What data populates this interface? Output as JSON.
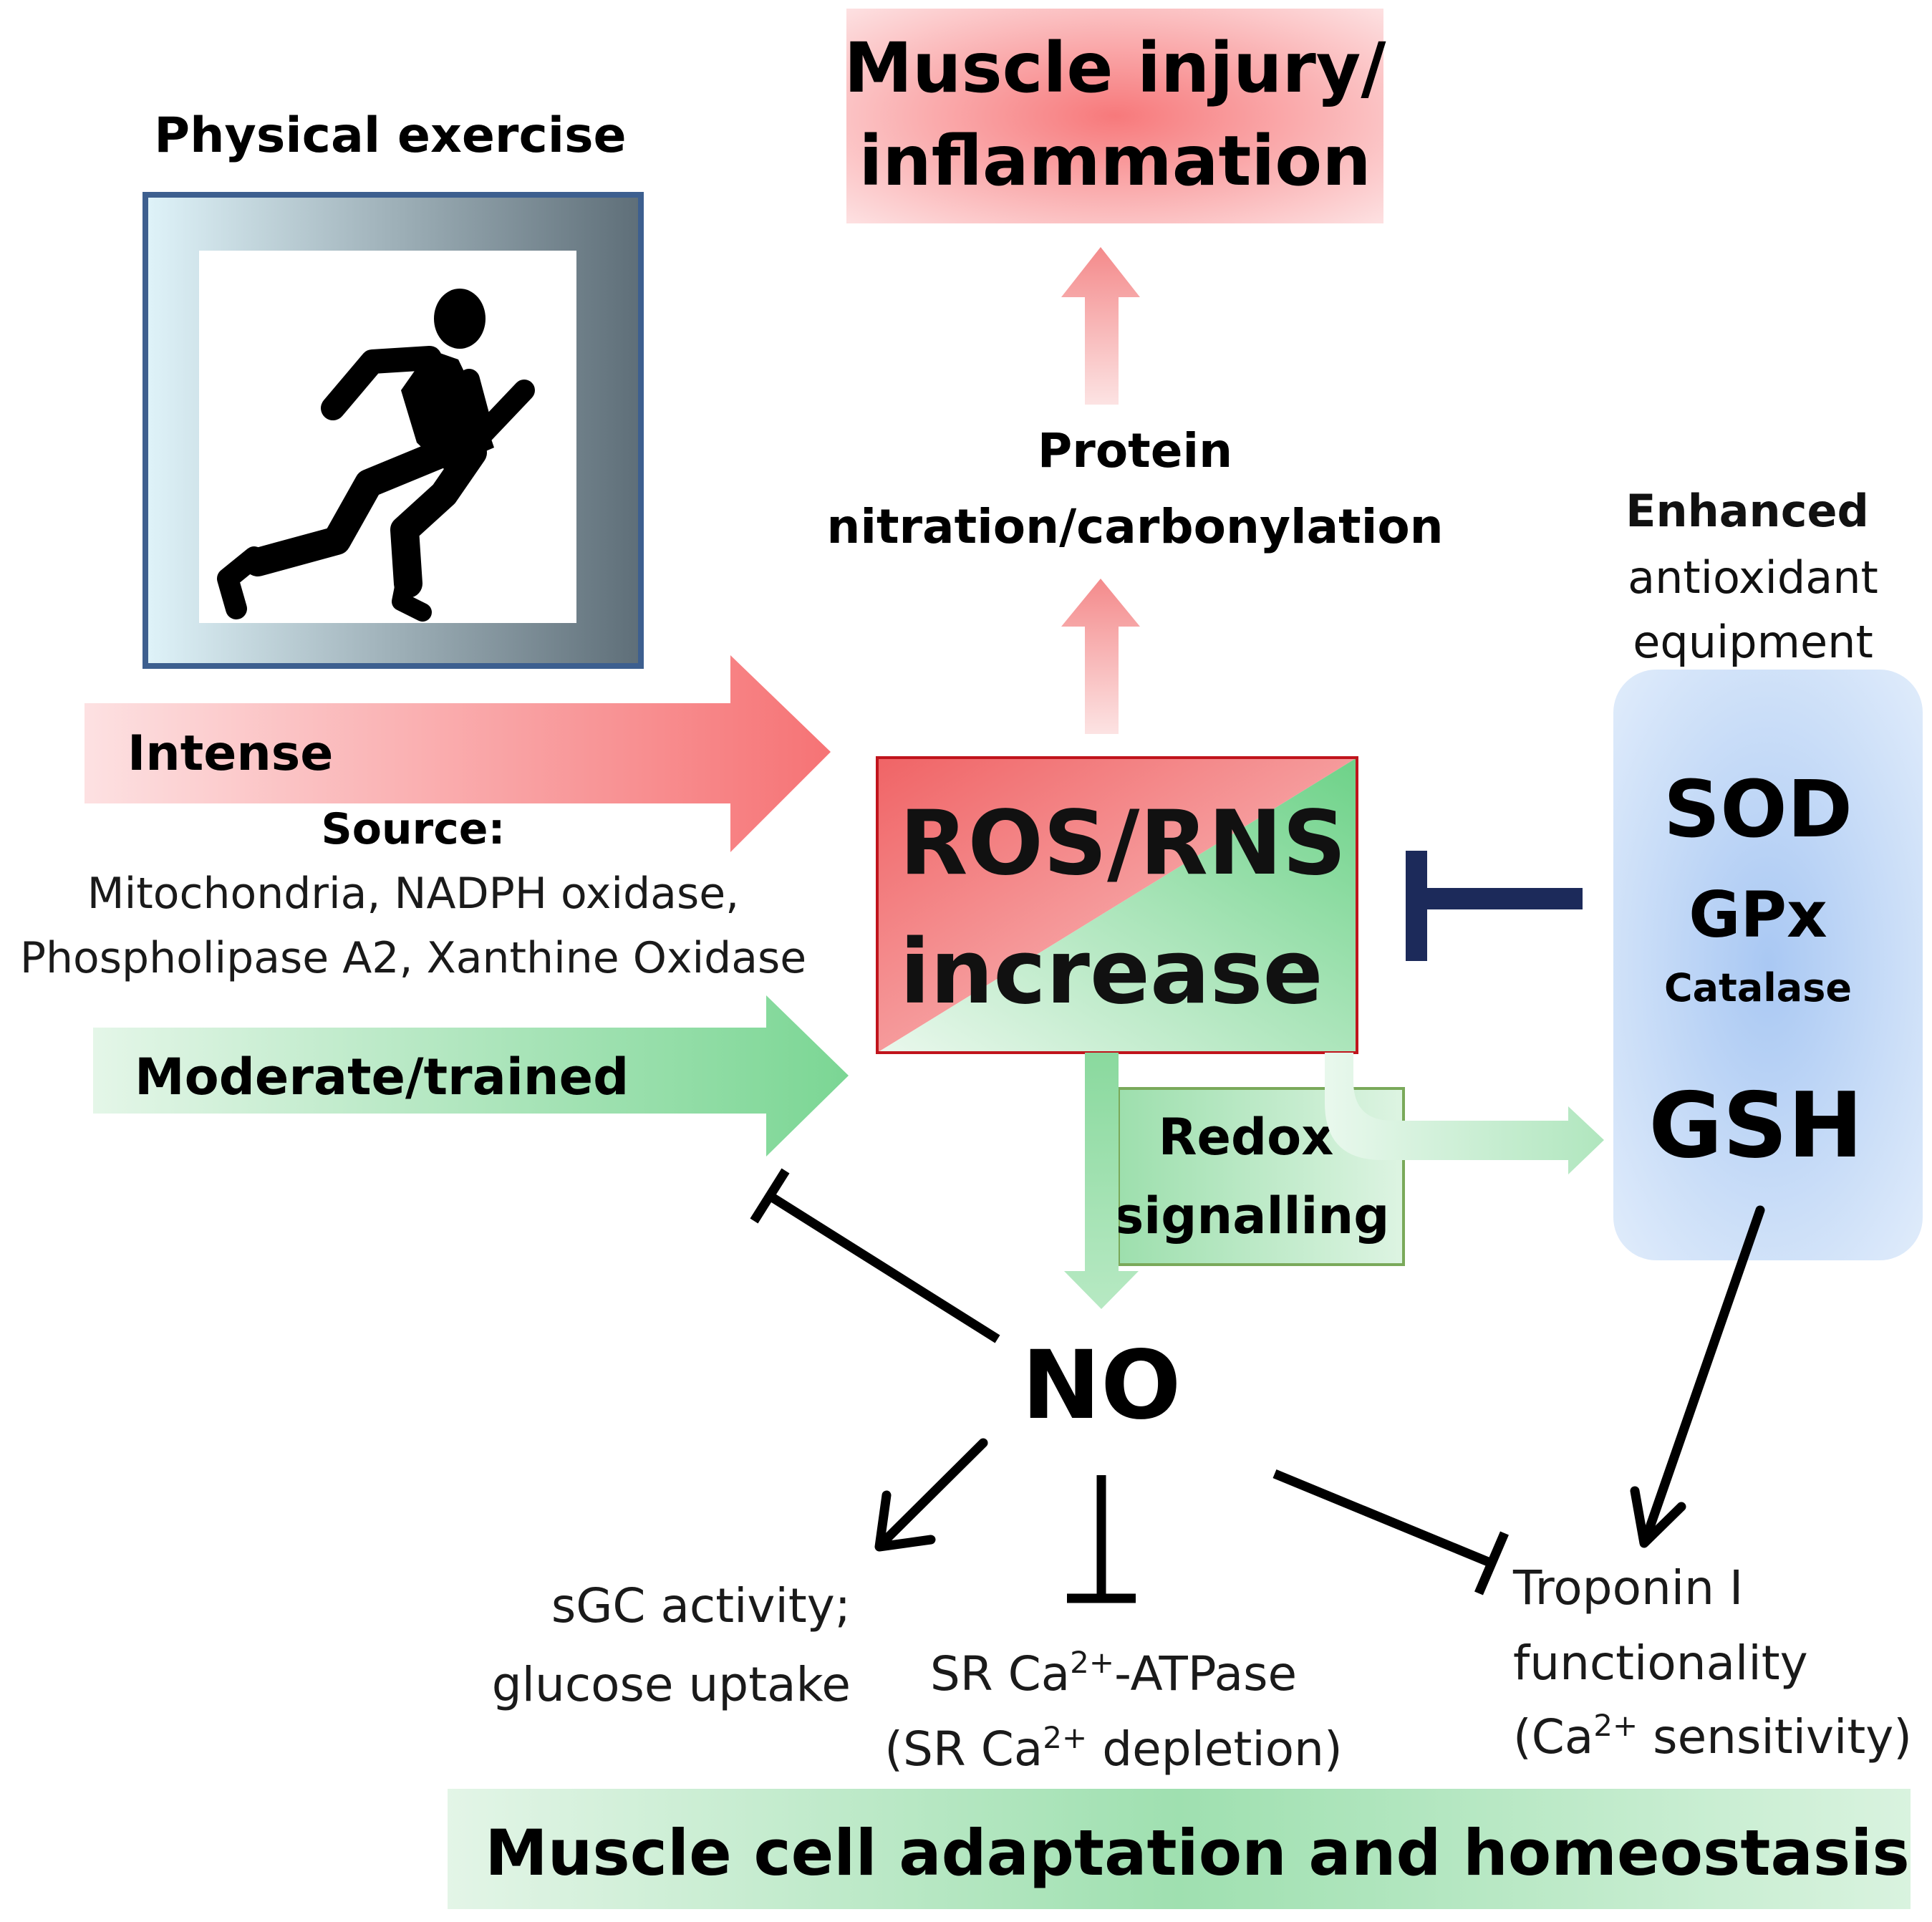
{
  "physical_exercise": {
    "title": "Physical exercise",
    "icon": "runner-icon"
  },
  "muscle_injury": {
    "line1": "Muscle injury/",
    "line2": "inflammation"
  },
  "protein": {
    "line1": "Protein",
    "line2": "nitration/carbonylation"
  },
  "intense": {
    "label": "Intense"
  },
  "source": {
    "title": "Source:",
    "line1": "Mitochondria, NADPH oxidase,",
    "line2": "Phospholipase A2, Xanthine Oxidase"
  },
  "moderate": {
    "label": "Moderate/trained"
  },
  "ros": {
    "line1": "ROS/RNS",
    "line2": "increase"
  },
  "antioxidant": {
    "line1": "Enhanced",
    "line2": "antioxidant",
    "line3": "equipment",
    "sod": "SOD",
    "gpx": "GPx",
    "catalase": "Catalase",
    "gsh": "GSH"
  },
  "redox": {
    "line1": "Redox",
    "line2": "signalling"
  },
  "no": {
    "label": "NO"
  },
  "sgc": {
    "line1": "sGC activity;",
    "line2": "glucose uptake"
  },
  "serca": {
    "line1_a": "SR Ca",
    "line1_sup": "2+",
    "line1_b": "-ATPase",
    "line2_a": "(SR Ca",
    "line2_sup": "2+",
    "line2_b": " depletion)"
  },
  "troponin": {
    "line1": "Troponin I",
    "line2": "functionality",
    "line3_a": "(Ca",
    "line3_sup": "2+",
    "line3_b": " sensitivity)"
  },
  "footer": {
    "label": "Muscle cell adaptation and homeostasis"
  },
  "colors": {
    "red": "#f48283",
    "green": "#8fdba0",
    "blue": "#b8d3f5",
    "navy": "#1c2a5a",
    "black": "#000000",
    "frame_blue": "#3d5f8f"
  }
}
